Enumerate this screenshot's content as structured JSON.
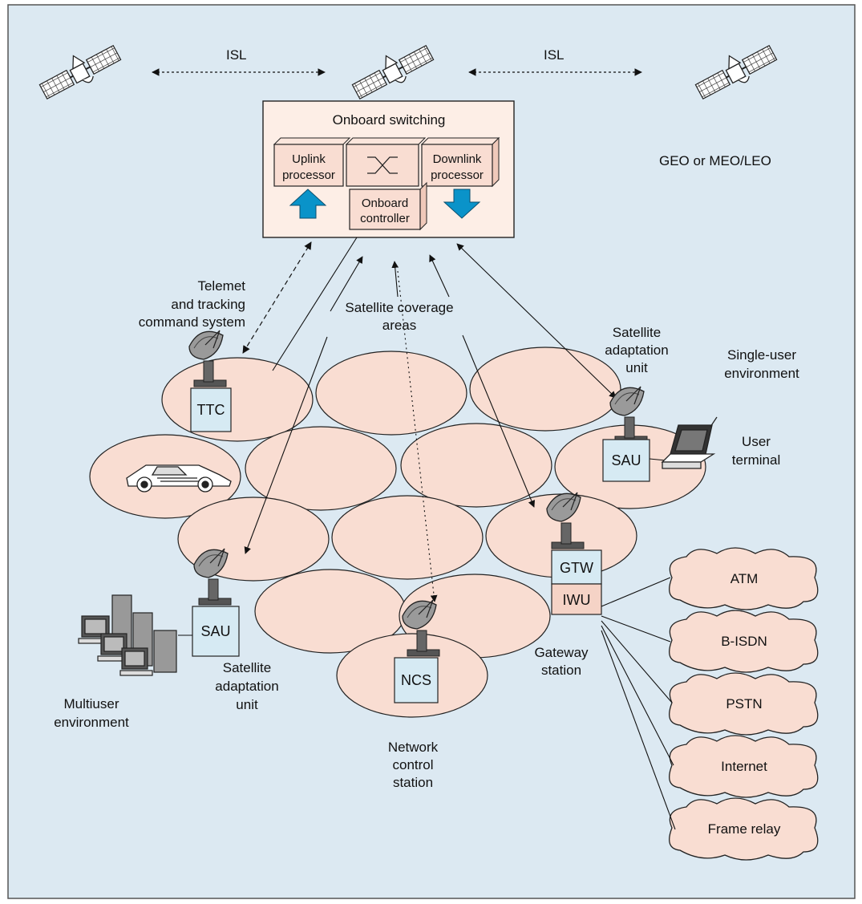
{
  "colors": {
    "background": "#dce9f2",
    "border": "#555555",
    "cell_fill": "#f9ddd2",
    "box_fill": "#d6eaf3",
    "iwu_fill": "#f5d3c6",
    "arrow_fill": "#0a93c9",
    "line": "#111111"
  },
  "satellites": {
    "isl_left": "ISL",
    "isl_right": "ISL",
    "orbit_label": "GEO or MEO/LEO"
  },
  "onboard": {
    "title": "Onboard switching",
    "uplink": [
      "Uplink",
      "processor"
    ],
    "downlink": [
      "Downlink",
      "processor"
    ],
    "controller": [
      "Onboard",
      "controller"
    ]
  },
  "labels": {
    "ttc_system": [
      "Telemet",
      "and tracking",
      "command system"
    ],
    "coverage": [
      "Satellite coverage",
      "areas"
    ],
    "sau_top": [
      "Satellite",
      "adaptation",
      "unit"
    ],
    "single_user": [
      "Single-user",
      "environment"
    ],
    "user_terminal": [
      "User",
      "terminal"
    ],
    "gateway": [
      "Gateway",
      "station"
    ],
    "sau_bottom": [
      "Satellite",
      "adaptation",
      "unit"
    ],
    "multiuser": [
      "Multiuser",
      "environment"
    ],
    "ncs_label": [
      "Network",
      "control",
      "station"
    ]
  },
  "stations": {
    "ttc": "TTC",
    "sau_right": "SAU",
    "sau_left": "SAU",
    "gtw": "GTW",
    "iwu": "IWU",
    "ncs": "NCS"
  },
  "networks": [
    "ATM",
    "B-ISDN",
    "PSTN",
    "Internet",
    "Frame relay"
  ]
}
